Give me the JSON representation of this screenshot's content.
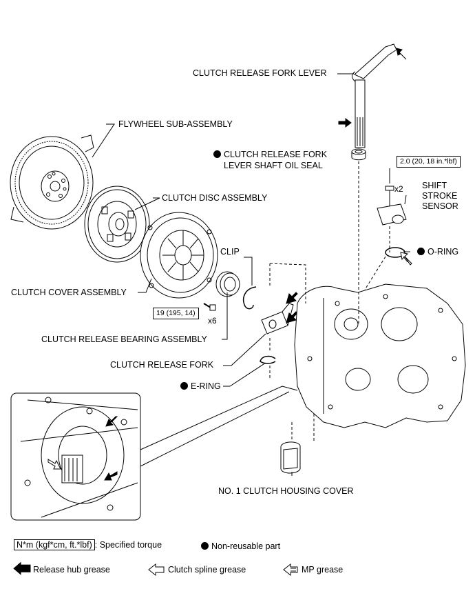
{
  "labels": {
    "fork_lever": "CLUTCH RELEASE FORK LEVER",
    "flywheel": "FLYWHEEL SUB-ASSEMBLY",
    "oil_seal_line1": "CLUTCH RELEASE FORK",
    "oil_seal_line2": "LEVER SHAFT OIL SEAL",
    "clutch_disc": "CLUTCH DISC ASSEMBLY",
    "shift_sensor_line1": "SHIFT",
    "shift_sensor_line2": "STROKE",
    "shift_sensor_line3": "SENSOR",
    "o_ring": "O-RING",
    "clip": "CLIP",
    "clutch_cover": "CLUTCH COVER ASSEMBLY",
    "bearing": "CLUTCH RELEASE BEARING ASSEMBLY",
    "release_fork": "CLUTCH RELEASE FORK",
    "e_ring": "E-RING",
    "housing_cover": "NO. 1 CLUTCH HOUSING COVER"
  },
  "torques": {
    "sensor_bolt": "2.0 (20, 18 in.*lbf)",
    "cover_bolt": "19 (195, 14)"
  },
  "quantities": {
    "sensor_bolts": "x2",
    "cover_bolts": "x6"
  },
  "legend": {
    "torque_box": "N*m (kgf*cm, ft.*lbf)",
    "torque_text": ": Specified torque",
    "non_reusable": "Non-reusable part",
    "release_hub_grease": "Release hub grease",
    "clutch_spline_grease": "Clutch spline grease",
    "mp_grease": "MP grease"
  }
}
